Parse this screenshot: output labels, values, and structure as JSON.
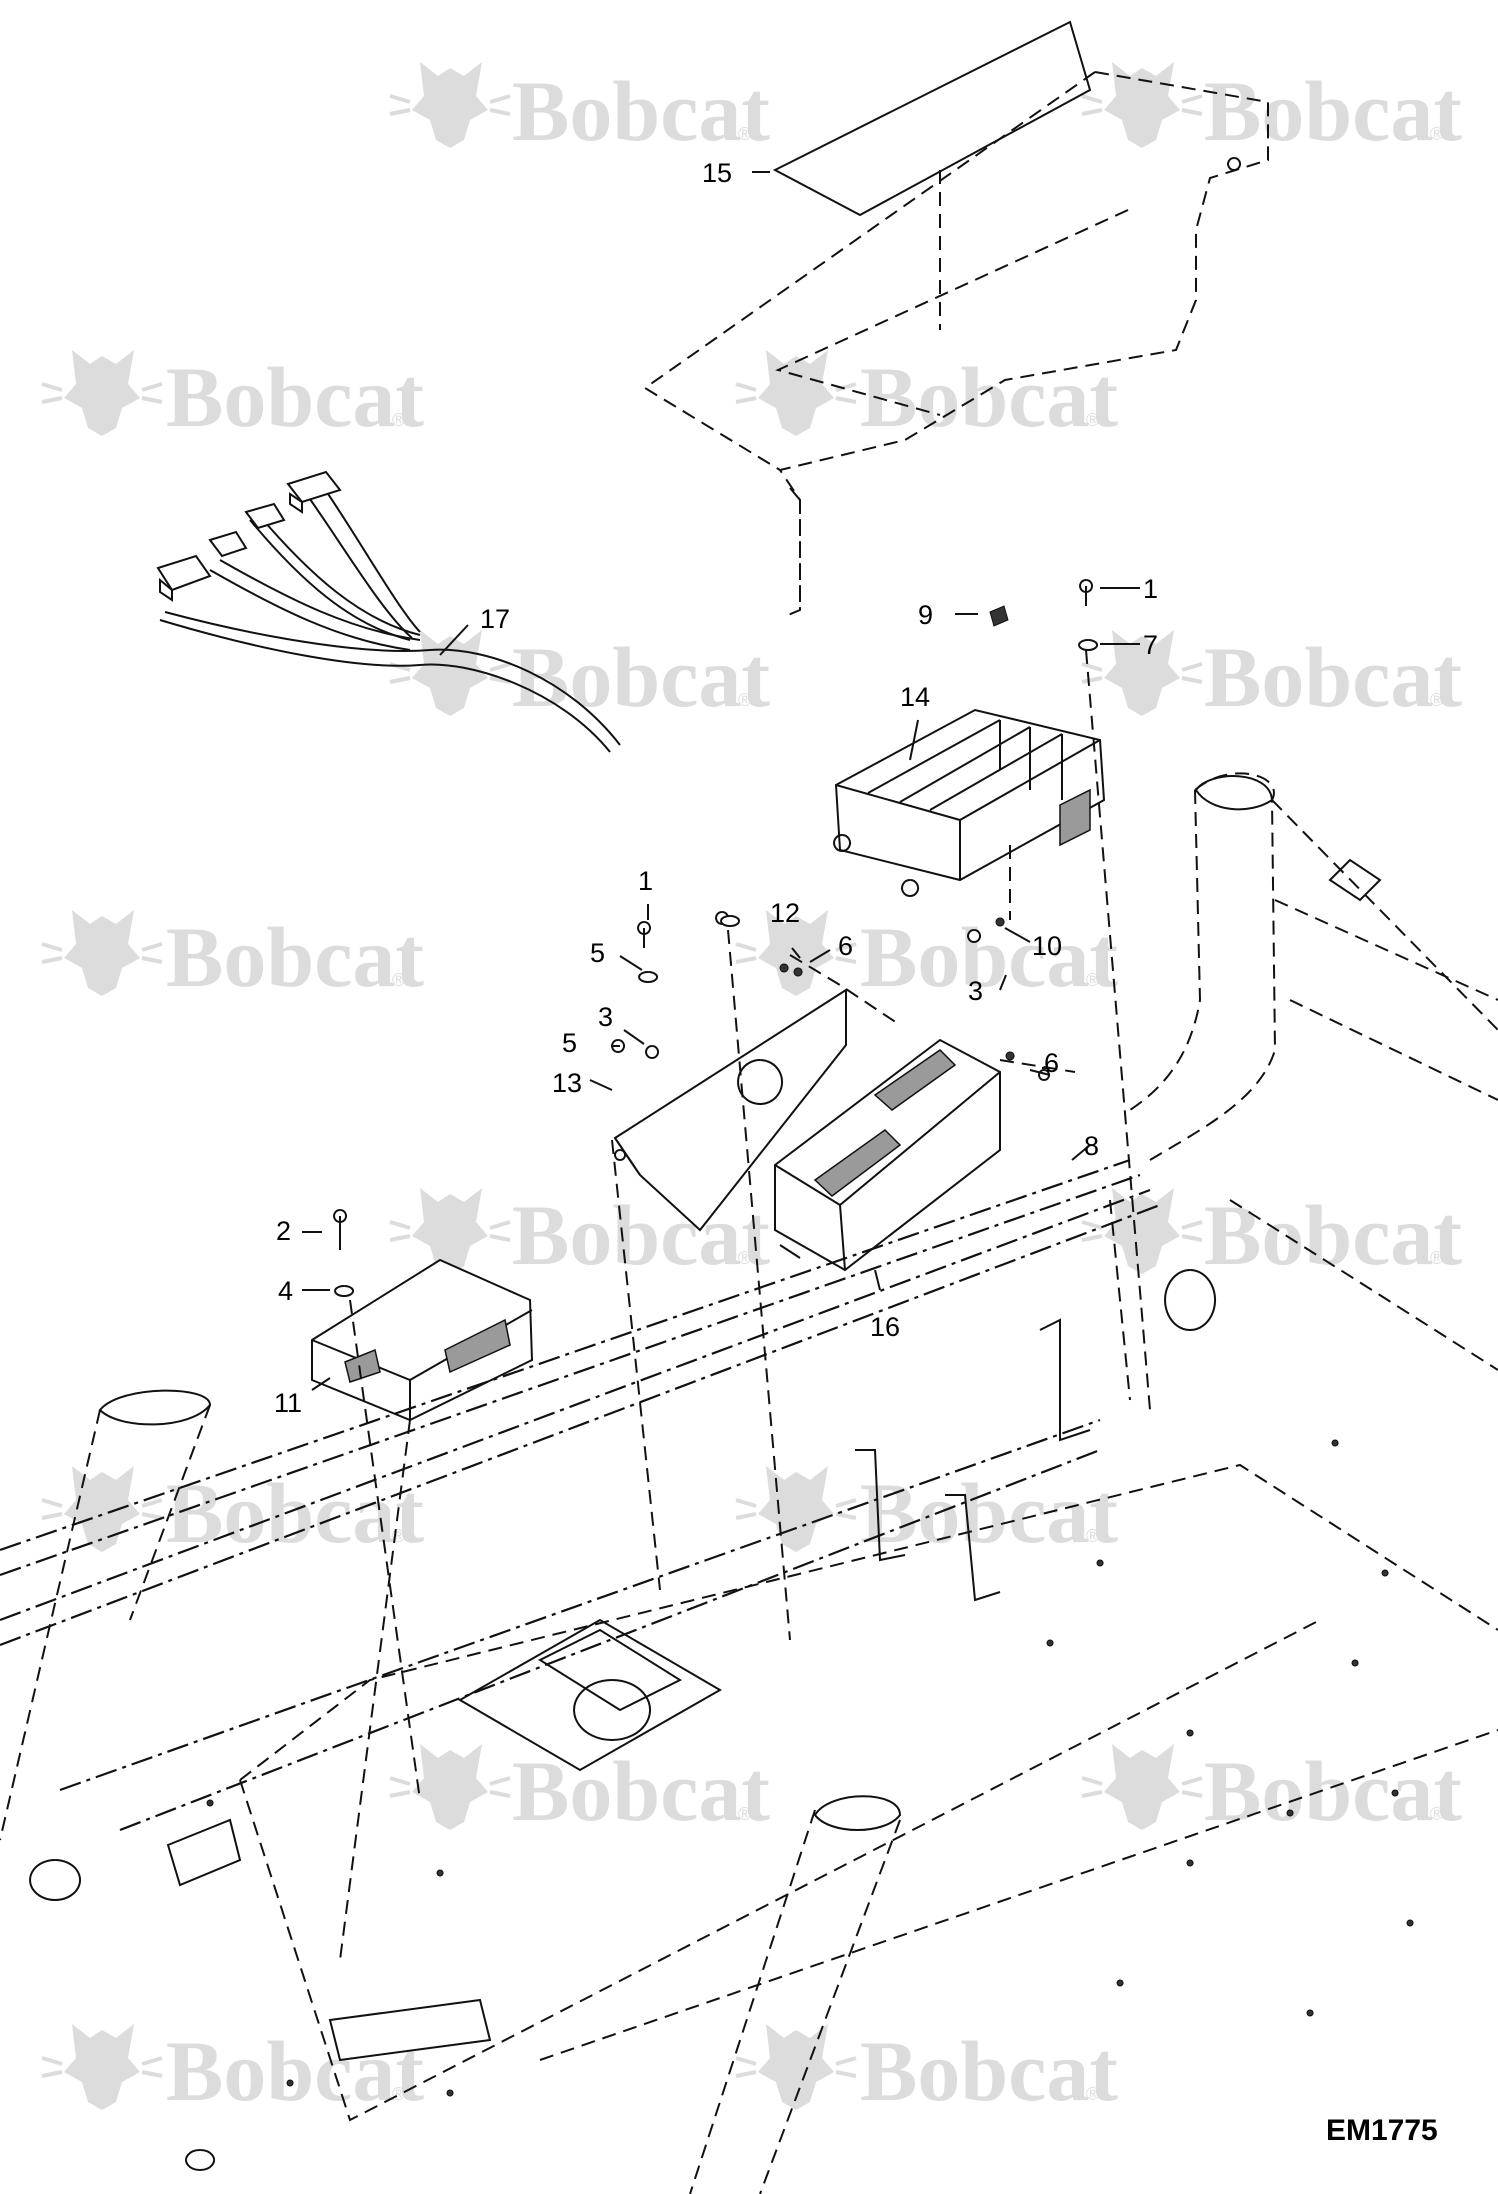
{
  "figure_id": "EM1775",
  "watermark": {
    "text": "Bobcat",
    "mark": "®",
    "icon": "bobcat-head-logo"
  },
  "callouts": [
    {
      "id": "c1a",
      "label": "1"
    },
    {
      "id": "c7",
      "label": "7"
    },
    {
      "id": "c9",
      "label": "9"
    },
    {
      "id": "c14",
      "label": "14"
    },
    {
      "id": "c15",
      "label": "15"
    },
    {
      "id": "c17",
      "label": "17"
    },
    {
      "id": "c1b",
      "label": "1"
    },
    {
      "id": "c5a",
      "label": "5"
    },
    {
      "id": "c12",
      "label": "12"
    },
    {
      "id": "c6a",
      "label": "6"
    },
    {
      "id": "c10",
      "label": "10"
    },
    {
      "id": "c3a",
      "label": "3"
    },
    {
      "id": "c3b",
      "label": "3"
    },
    {
      "id": "c5b",
      "label": "5"
    },
    {
      "id": "c13",
      "label": "13"
    },
    {
      "id": "c6b",
      "label": "6"
    },
    {
      "id": "c8",
      "label": "8"
    },
    {
      "id": "c2",
      "label": "2"
    },
    {
      "id": "c4",
      "label": "4"
    },
    {
      "id": "c11",
      "label": "11"
    },
    {
      "id": "c16",
      "label": "16"
    }
  ]
}
